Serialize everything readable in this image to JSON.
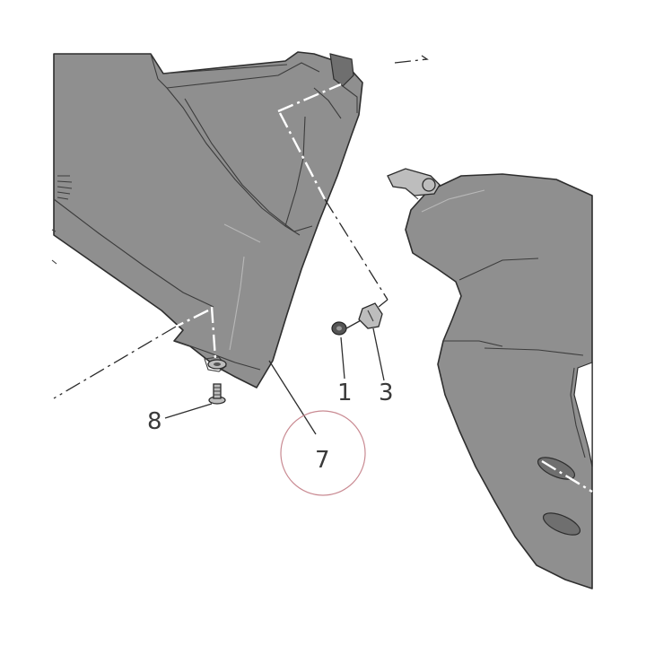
{
  "callouts": [
    {
      "id": "1",
      "label": "1"
    },
    {
      "id": "3",
      "label": "3"
    },
    {
      "id": "7",
      "label": "7"
    },
    {
      "id": "8",
      "label": "8"
    }
  ],
  "colors": {
    "panel": "#8f8f8f",
    "outline": "#2e2e2e",
    "highlight_ring": "#c98a92",
    "background": "#ffffff"
  }
}
